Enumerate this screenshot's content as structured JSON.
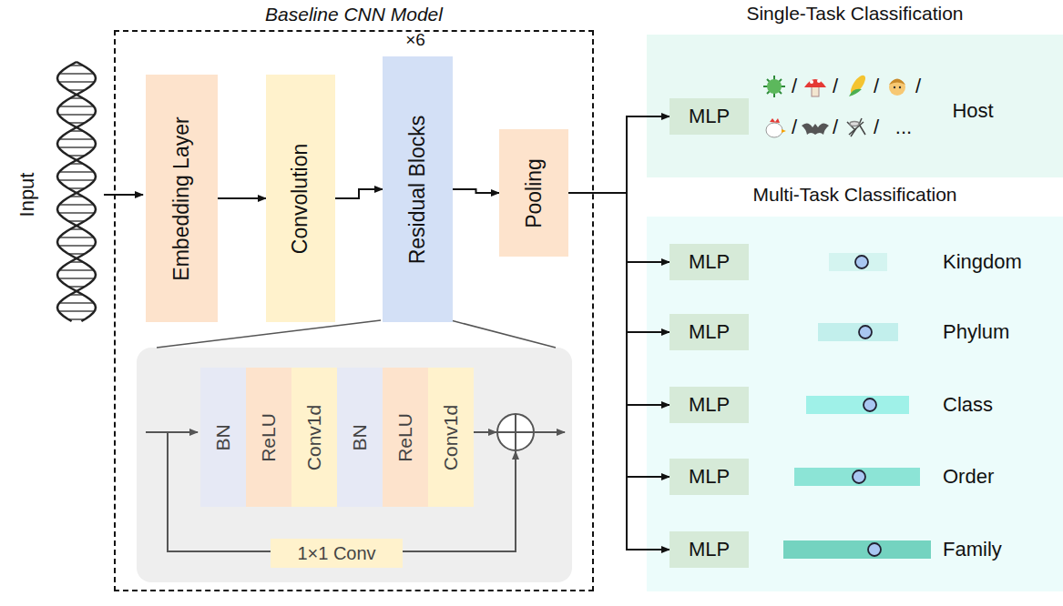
{
  "diagram": {
    "nodes": [
      {
        "text": [
          "Baseline CNN Model"
        ]
      },
      {
        "text": [
          "Embedding Layer"
        ],
        "in": 0
      },
      {
        "text": [
          "Convolution"
        ],
        "in": 0
      },
      {
        "text": [
          "Residual Blocks"
        ],
        "in": 0
      },
      {
        "text": [
          "Pooling"
        ],
        "in": 0
      },
      {
        "text": [
          "BN"
        ],
        "in": 0
      },
      {
        "text": [
          "ReLU"
        ],
        "in": 0
      },
      {
        "text": [
          "Conv1d"
        ],
        "in": 0
      },
      {
        "text": [
          "BN"
        ],
        "in": 0
      },
      {
        "text": [
          "ReLU"
        ],
        "in": 0
      },
      {
        "text": [
          "Conv1d"
        ],
        "in": 0
      },
      {
        "text": [
          "1×1 Conv"
        ],
        "in": 0
      },
      {
        "text": [
          "Single-Task Classification"
        ]
      },
      {
        "text": [
          "MLP"
        ],
        "in": 12
      },
      {
        "text": [
          "Multi-Task Classification"
        ]
      },
      {
        "text": [
          "MLP"
        ],
        "in": 14
      },
      {
        "text": [
          "MLP"
        ],
        "in": 14
      },
      {
        "text": [
          "MLP"
        ],
        "in": 14
      },
      {
        "text": [
          "MLP"
        ],
        "in": 14
      },
      {
        "text": [
          "MLP"
        ],
        "in": 14
      }
    ],
    "edges": [
      {
        "from": 1,
        "to": 2,
        "arrow": "to"
      },
      {
        "from": 2,
        "to": 3,
        "arrow": "to"
      },
      {
        "from": 3,
        "to": 4,
        "arrow": "to"
      },
      {
        "from": 4,
        "to": 13,
        "arrow": "to"
      },
      {
        "from": 4,
        "to": 15,
        "arrow": "to"
      },
      {
        "from": 4,
        "to": 16,
        "arrow": "to"
      },
      {
        "from": 4,
        "to": 17,
        "arrow": "to"
      },
      {
        "from": 4,
        "to": 18,
        "arrow": "to"
      },
      {
        "from": 4,
        "to": 19,
        "arrow": "to"
      }
    ],
    "labels": [
      "Input",
      "×6",
      "/",
      "/",
      "/",
      "/",
      "/",
      "/",
      "/",
      "...",
      "Host",
      "Kingdom",
      "Phylum",
      "Class",
      "Order",
      "Family"
    ]
  }
}
